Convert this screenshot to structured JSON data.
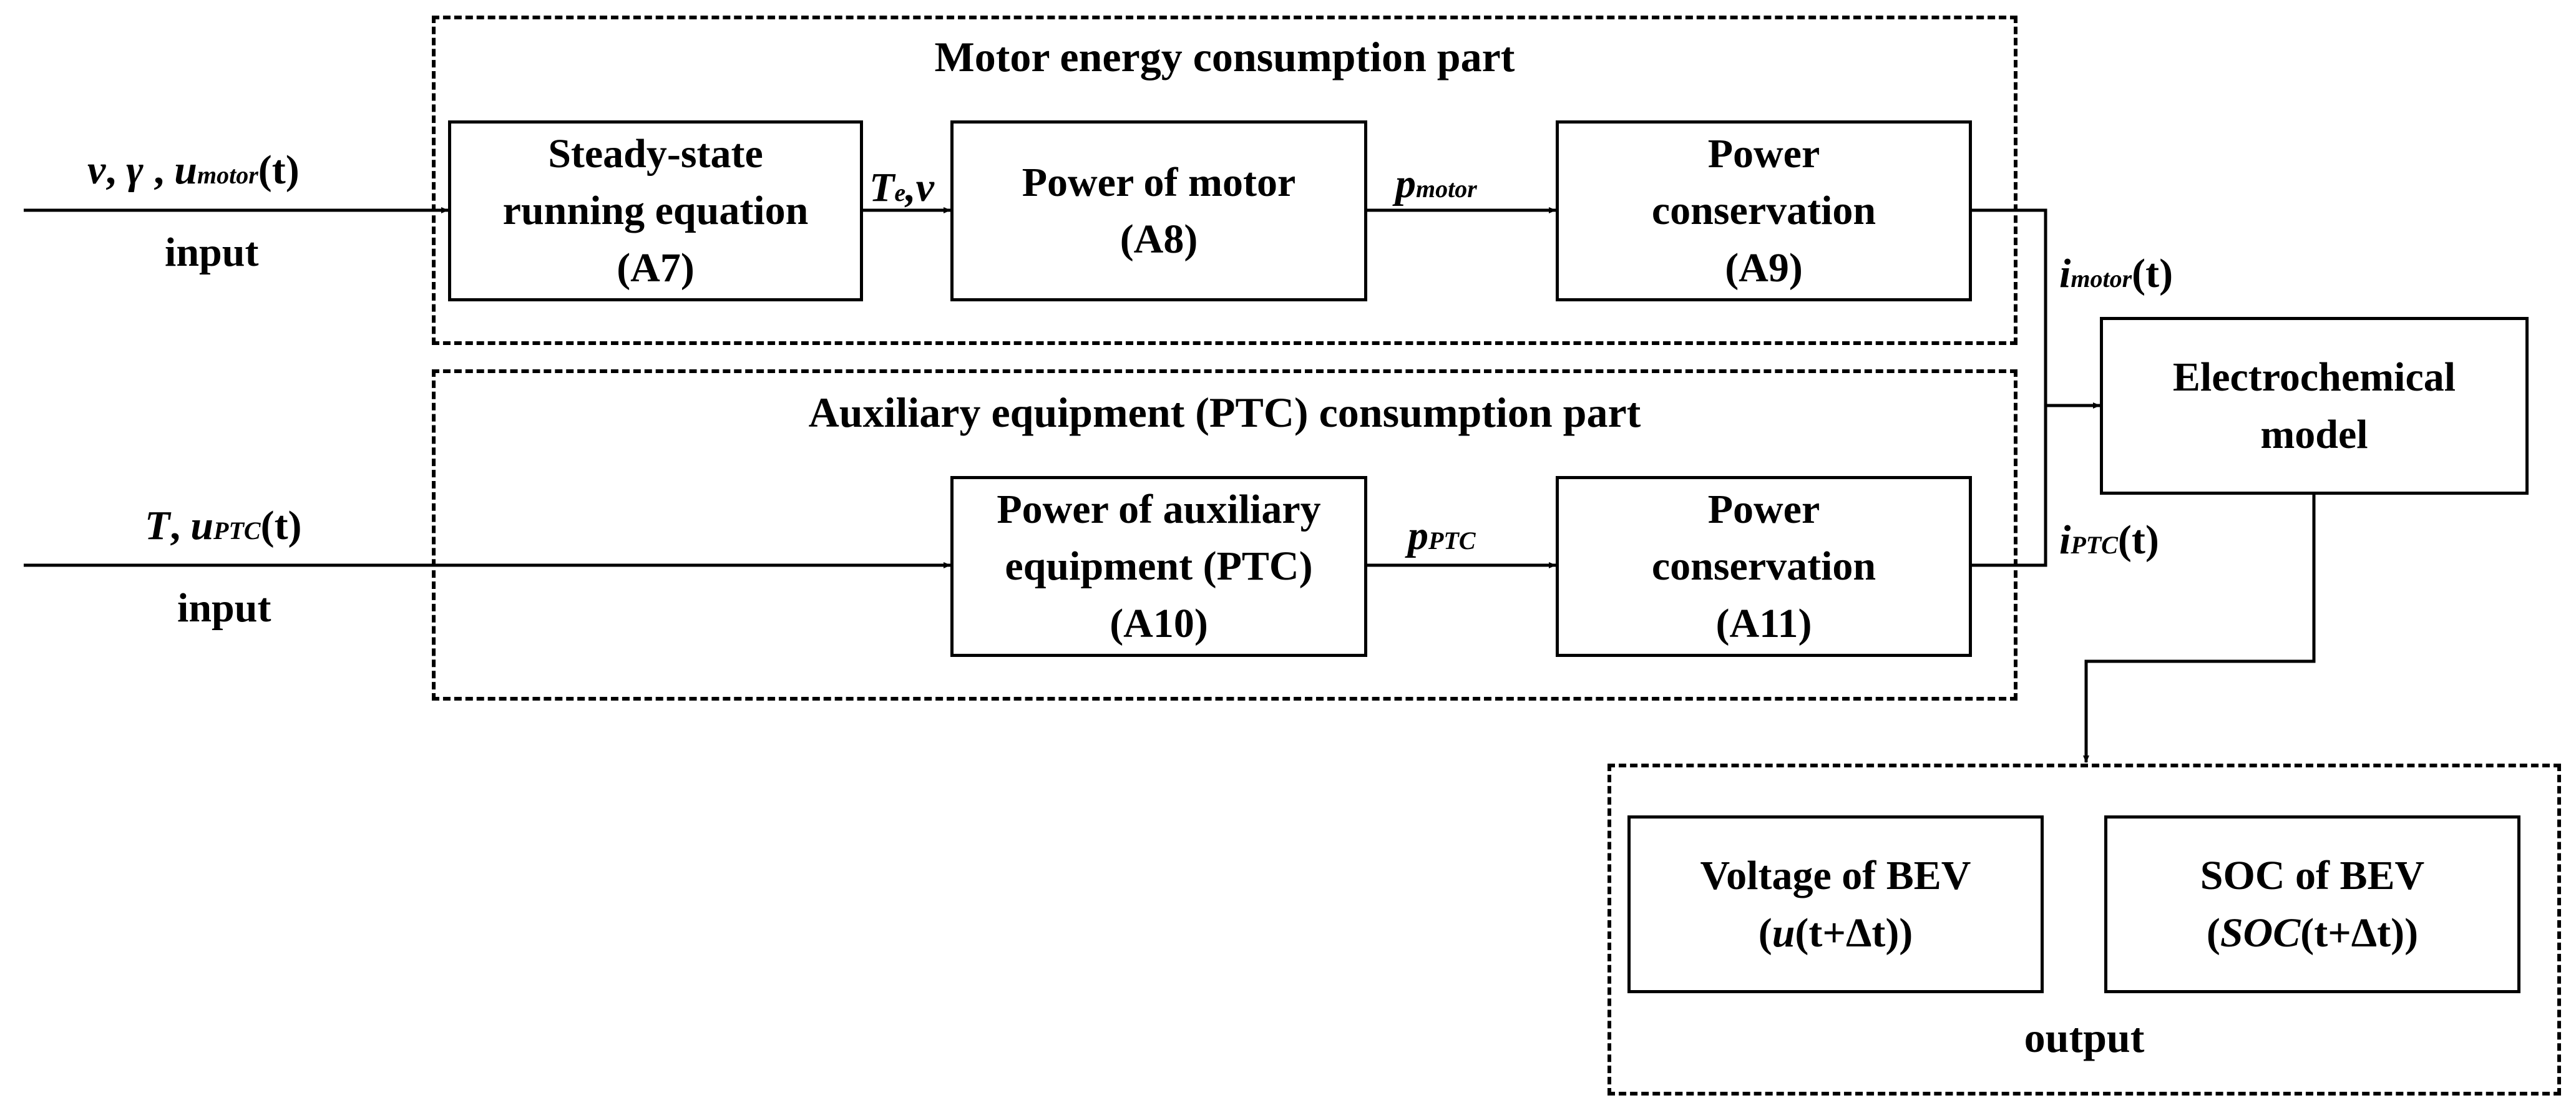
{
  "groups": {
    "motor": {
      "title": "Motor energy consumption part"
    },
    "ptc": {
      "title": "Auxiliary equipment (PTC) consumption part"
    },
    "output": {
      "title": "output"
    }
  },
  "blocks": {
    "steady_state": [
      "Steady-state",
      "running equation",
      "(A7)"
    ],
    "power_motor": [
      "Power of motor",
      "(A8)"
    ],
    "power_conservation_a9": [
      "Power",
      "conservation",
      "(A9)"
    ],
    "power_aux": [
      "Power of auxiliary",
      "equipment (PTC)",
      "(A10)"
    ],
    "power_conservation_a11": [
      "Power",
      "conservation",
      "(A11)"
    ],
    "electrochemical": [
      "Electrochemical",
      "model"
    ],
    "voltage": [
      "Voltage of BEV",
      "u",
      "(t+Δt))"
    ],
    "soc": [
      "SOC of BEV",
      "SOC",
      "(t+Δt))"
    ]
  },
  "labels": {
    "input_motor": {
      "v": "v",
      "sep1": ",  ",
      "gamma": "γ",
      "sep2": " ,  ",
      "u": "u",
      "u_sub": "motor",
      "t": "(t)",
      "caption": "input"
    },
    "input_ptc": {
      "T": "T",
      "sep": ", ",
      "u": "u",
      "u_sub": "PTC",
      "t": "(t)",
      "caption": "input"
    },
    "te_v": {
      "T": "T",
      "sub": "e",
      "rest": ",v"
    },
    "p_motor": {
      "p": "p",
      "sub": "motor"
    },
    "p_ptc": {
      "p": "p",
      "sub": "PTC"
    },
    "i_motor": {
      "i": "i",
      "sub": "motor",
      "t": "(t)"
    },
    "i_ptc": {
      "i": "i",
      "sub": "PTC",
      "t": "(t)"
    }
  }
}
